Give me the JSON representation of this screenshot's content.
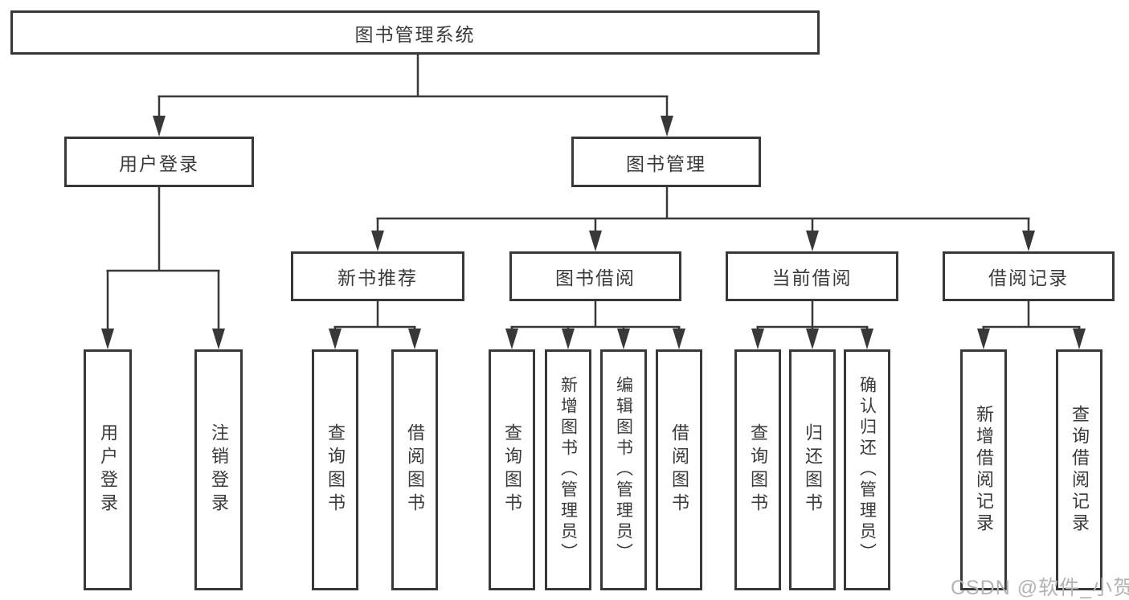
{
  "tree": {
    "root": "图书管理系统",
    "user_login": "用户登录",
    "book_mgmt": "图书管理",
    "l3": [
      "新书推荐",
      "图书借阅",
      "当前借阅",
      "借阅记录"
    ],
    "leaves_user": [
      "用户登录",
      "注销登录"
    ],
    "leaves_recommend": [
      "查询图书",
      "借阅图书"
    ],
    "leaves_borrow": [
      "查询图书",
      "新增图书（管理员）",
      "编辑图书（管理员）",
      "借阅图书"
    ],
    "leaves_current": [
      "查询图书",
      "归还图书",
      "确认归还（管理员）"
    ],
    "leaves_records": [
      "新增借阅记录",
      "查询借阅记录"
    ]
  },
  "colors": {
    "line": "#383838",
    "text": "#3a3a3a",
    "watermark": "#b4b4b4"
  },
  "watermark": "CSDN @软件_小贺同学"
}
